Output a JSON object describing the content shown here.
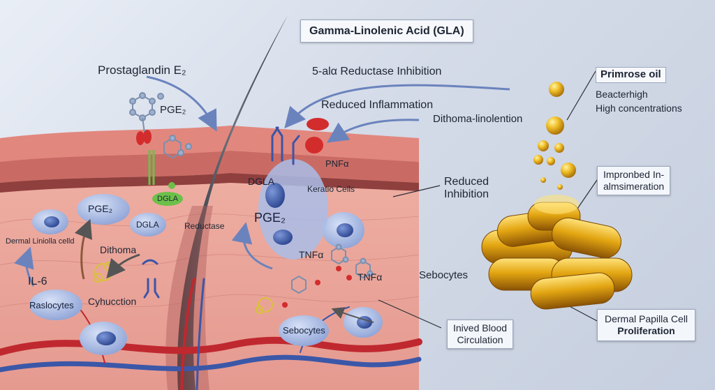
{
  "title": "Gamma-Linolenic Acid (GLA)",
  "labels": {
    "prostaglandin": "Prostaglandin E₂",
    "pge2_molecule": "PGE₂",
    "reductase_inhibition": "5-alα Reductase Inhibition",
    "reduced_inflammation": "Reduced Inflammation",
    "dithoma_linolention": "Dithoma-linolention",
    "pnf": "PNFα",
    "keratio_cells": "Keratio Cells",
    "reduced_inhibition": "Reduced\nInhibition",
    "dgla_green": "DGLA",
    "dgla_cell": "DGLA",
    "pge2_cell_big": "PGE₂",
    "pge2_cell_left": "PGE₂",
    "dgla_cell_left": "DGLA",
    "reductase": "Reductase",
    "dermal": "Dermal Liniolla celld",
    "dithoma_small": "Dithoma",
    "il6": "IL-6",
    "raslocytes": "Raslocytes",
    "cyhucction": "Cyhucction",
    "tnf1": "TNFα",
    "tnf2": "TNFα",
    "sebocytes_cell": "Sebocytes",
    "sebocytes_right": "Sebocytes",
    "inived_blood": "Inived Blood\nCirculation"
  },
  "primrose": {
    "title": "Primrose oil",
    "line1": "Beacterhigh",
    "line2": "High concentrations"
  },
  "improved_box": "Impronbed In-\nalmsimeration",
  "dermal_papilla": {
    "line1": "Dermal Papilla Cell",
    "line2": "Proliferation"
  },
  "colors": {
    "skin": "#e9a49b",
    "skin_dark": "#c86f69",
    "cell": "#9fb3e0",
    "nucleus": "#3f5fae",
    "oil": "#e3a612",
    "vessel_red": "#c0282f",
    "vessel_blue": "#3b57a8"
  }
}
